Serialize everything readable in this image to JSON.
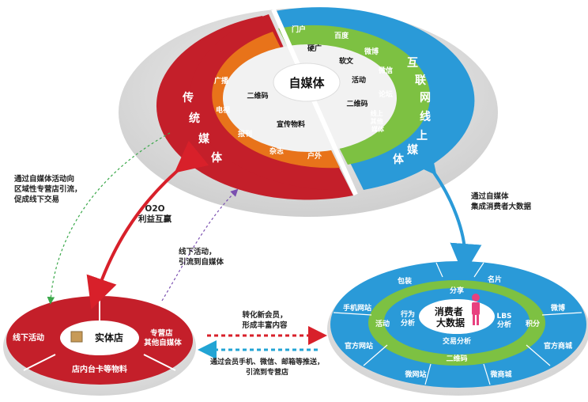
{
  "top": {
    "center": "自媒体",
    "traditional": {
      "label_chars": [
        "传",
        "统",
        "媒",
        "体"
      ],
      "items": [
        "广播",
        "电视",
        "报刊",
        "杂志",
        "户外",
        "宣传物料",
        "二维码"
      ]
    },
    "internet": {
      "label_chars": [
        "互",
        "联",
        "网",
        "线",
        "上",
        "媒",
        "体"
      ],
      "items": [
        "门户",
        "百度",
        "微博",
        "微信",
        "论坛",
        "线上\n其他\n媒体",
        "硬广",
        "软文",
        "活动",
        "二维码"
      ]
    }
  },
  "store": {
    "center": "实体店",
    "left": "线下活动",
    "right": "专营店\n其他自媒体",
    "bottom": "店内台卡等物料"
  },
  "consumer": {
    "center": "消费者\n大数据",
    "inner": [
      "行为\n分析",
      "分享",
      "LBS\n分析",
      "交易分析"
    ],
    "middle": [
      "活动",
      "积分",
      "二维码"
    ],
    "outer": [
      "包装",
      "名片",
      "手机网站",
      "微博",
      "官方网站",
      "官方商城",
      "微网站",
      "微商城"
    ]
  },
  "annotations": {
    "left_note": "通过自媒体活动向\n区域性专营店引流，\n促成线下交易",
    "o2o": "O2O\n利益互赢",
    "offline": "线下活动，\n引流到自媒体",
    "right_note": "通过自媒体\n集成消费者大数据",
    "convert": "转化新会员，\n形成丰富内容",
    "push": "通过会员手机、微信、邮箱等推送，\n引流到专营店"
  },
  "colors": {
    "red": "#c41f2a",
    "orange": "#e8731a",
    "blue": "#2a9ad8",
    "green": "#7dc142",
    "pink": "#e8407f"
  }
}
